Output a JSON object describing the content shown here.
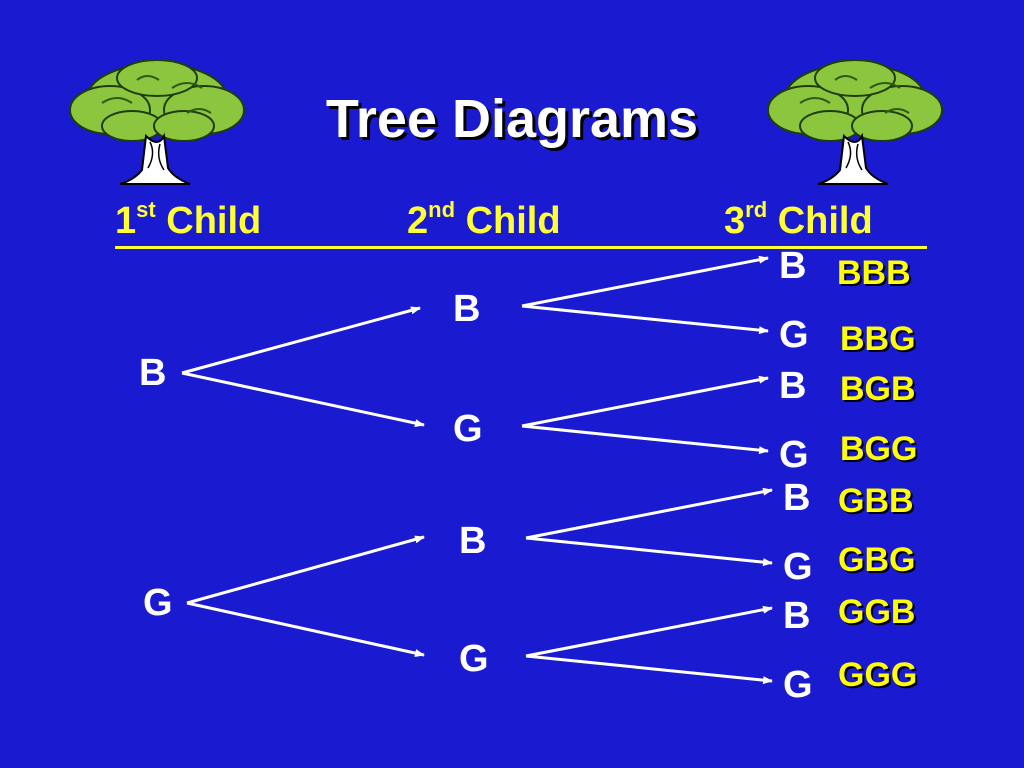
{
  "title": "Tree Diagrams",
  "headers": [
    {
      "num": "1",
      "sup": "st",
      "word": "Child"
    },
    {
      "num": "2",
      "sup": "nd",
      "word": "Child"
    },
    {
      "num": "3",
      "sup": "rd",
      "word": "Child"
    }
  ],
  "level1": [
    "B",
    "G"
  ],
  "level2": [
    "B",
    "G",
    "B",
    "G"
  ],
  "level3": [
    "B",
    "G",
    "B",
    "G",
    "B",
    "G",
    "B",
    "G"
  ],
  "outcomes": [
    "BBB",
    "BBG",
    "BGB",
    "BGG",
    "GBB",
    "GBG",
    "GGB",
    "GGG"
  ],
  "colors": {
    "background": "#1a1ad0",
    "header": "#ffff33",
    "outcome": "#ffff00",
    "node": "#ffffff",
    "tree_leaves": "#8cc63f",
    "tree_trunk": "#ffffff"
  }
}
